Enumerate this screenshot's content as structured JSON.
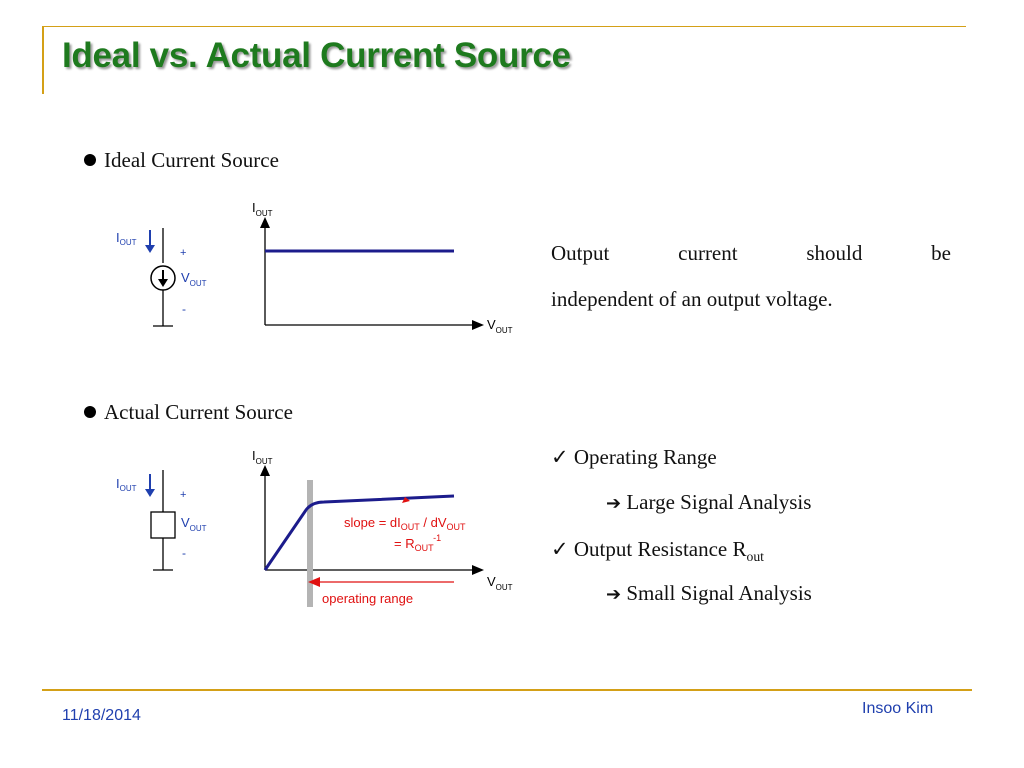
{
  "slide": {
    "title": "Ideal vs. Actual Current Source",
    "footer": {
      "date": "11/18/2014",
      "author": "Insoo Kim"
    }
  },
  "ideal": {
    "heading": "Ideal Current Source",
    "circuit": {
      "i_label": "I",
      "i_sub": "OUT",
      "plus": "+",
      "minus": "-",
      "v_label": "V",
      "v_sub": "OUT"
    },
    "graph": {
      "y_label": "I",
      "y_sub": "OUT",
      "x_label": "V",
      "x_sub": "OUT"
    },
    "description_line1": [
      "Output",
      "current",
      "should",
      "be"
    ],
    "description_line2": "independent of an output voltage."
  },
  "actual": {
    "heading": "Actual Current Source",
    "circuit": {
      "i_label": "I",
      "i_sub": "OUT",
      "plus": "+",
      "minus": "-",
      "v_label": "V",
      "v_sub": "OUT"
    },
    "graph": {
      "y_label": "I",
      "y_sub": "OUT",
      "x_label": "V",
      "x_sub": "OUT",
      "slope_text": "slope = dI",
      "slope_sub1": "OUT",
      "slope_mid": " / dV",
      "slope_sub2": "OUT",
      "eq_text": "= R",
      "eq_sub": "OUT",
      "eq_sup": "-1",
      "range_label": "operating range"
    },
    "points": [
      {
        "check": "✓",
        "text": "Operating Range"
      },
      {
        "arrow": "➔",
        "text": "Large Signal Analysis"
      },
      {
        "check": "✓",
        "text": "Output Resistance R",
        "sub": "out"
      },
      {
        "arrow": "➔",
        "text": "Small Signal Analysis"
      }
    ]
  },
  "colors": {
    "title": "#1E7A1E",
    "accent_rule": "#D4A017",
    "circuit_label": "#1F3FAE",
    "graph_line": "#1C1C8C",
    "annotation": "#E01010",
    "footer": "#1F3FAE"
  }
}
